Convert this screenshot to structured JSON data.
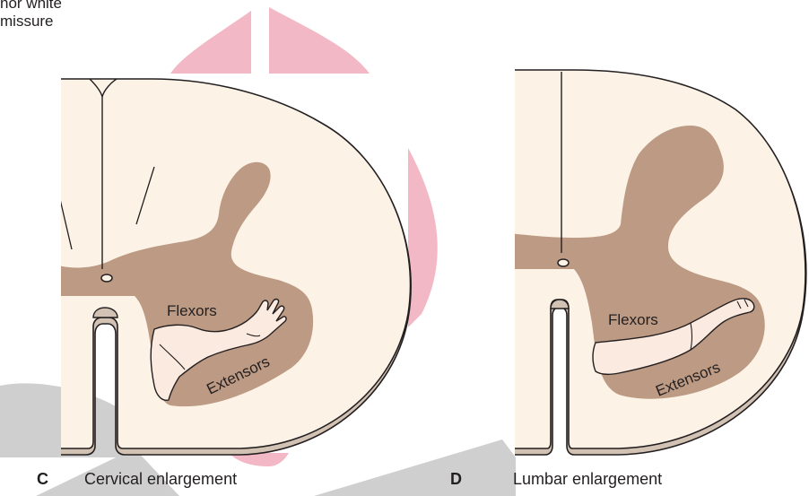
{
  "top_label": {
    "line1": "nor white",
    "line2": "missure"
  },
  "panels": [
    {
      "letter": "C",
      "caption": "Cervical enlargement",
      "labels": {
        "flexors": "Flexors",
        "extensors": "Extensors"
      }
    },
    {
      "letter": "D",
      "caption": "Lumbar enlargement",
      "labels": {
        "flexors": "Flexors",
        "extensors": "Extensors"
      }
    }
  ],
  "colors": {
    "white_matter": "#fcf3e6",
    "gray_matter": "#bc9a84",
    "edge": "#d2c2b3",
    "limb": "#fbeadf",
    "background_shape_pink": "#f3b8c6",
    "background_shape_gray": "#cfcfcf",
    "outline": "#231f20"
  }
}
